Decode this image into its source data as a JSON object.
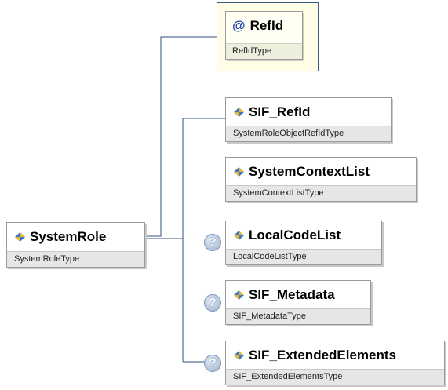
{
  "root": {
    "name": "SystemRole",
    "type": "SystemRoleType",
    "icon": "element-icon"
  },
  "attribute": {
    "symbol": "@",
    "name": "RefId",
    "type": "RefIdType"
  },
  "children": [
    {
      "name": "SIF_RefId",
      "type": "SystemRoleObjectRefIdType",
      "optional": false
    },
    {
      "name": "SystemContextList",
      "type": "SystemContextListType",
      "optional": false
    },
    {
      "name": "LocalCodeList",
      "type": "LocalCodeListType",
      "optional": true
    },
    {
      "name": "SIF_Metadata",
      "type": "SIF_MetadataType",
      "optional": true
    },
    {
      "name": "SIF_ExtendedElements",
      "type": "SIF_ExtendedElementsType",
      "optional": true
    }
  ],
  "optional_marker": "?",
  "colors": {
    "connector": "#2f4f7f",
    "icon_blue": "#3a78c8",
    "icon_gold": "#e8b830"
  }
}
